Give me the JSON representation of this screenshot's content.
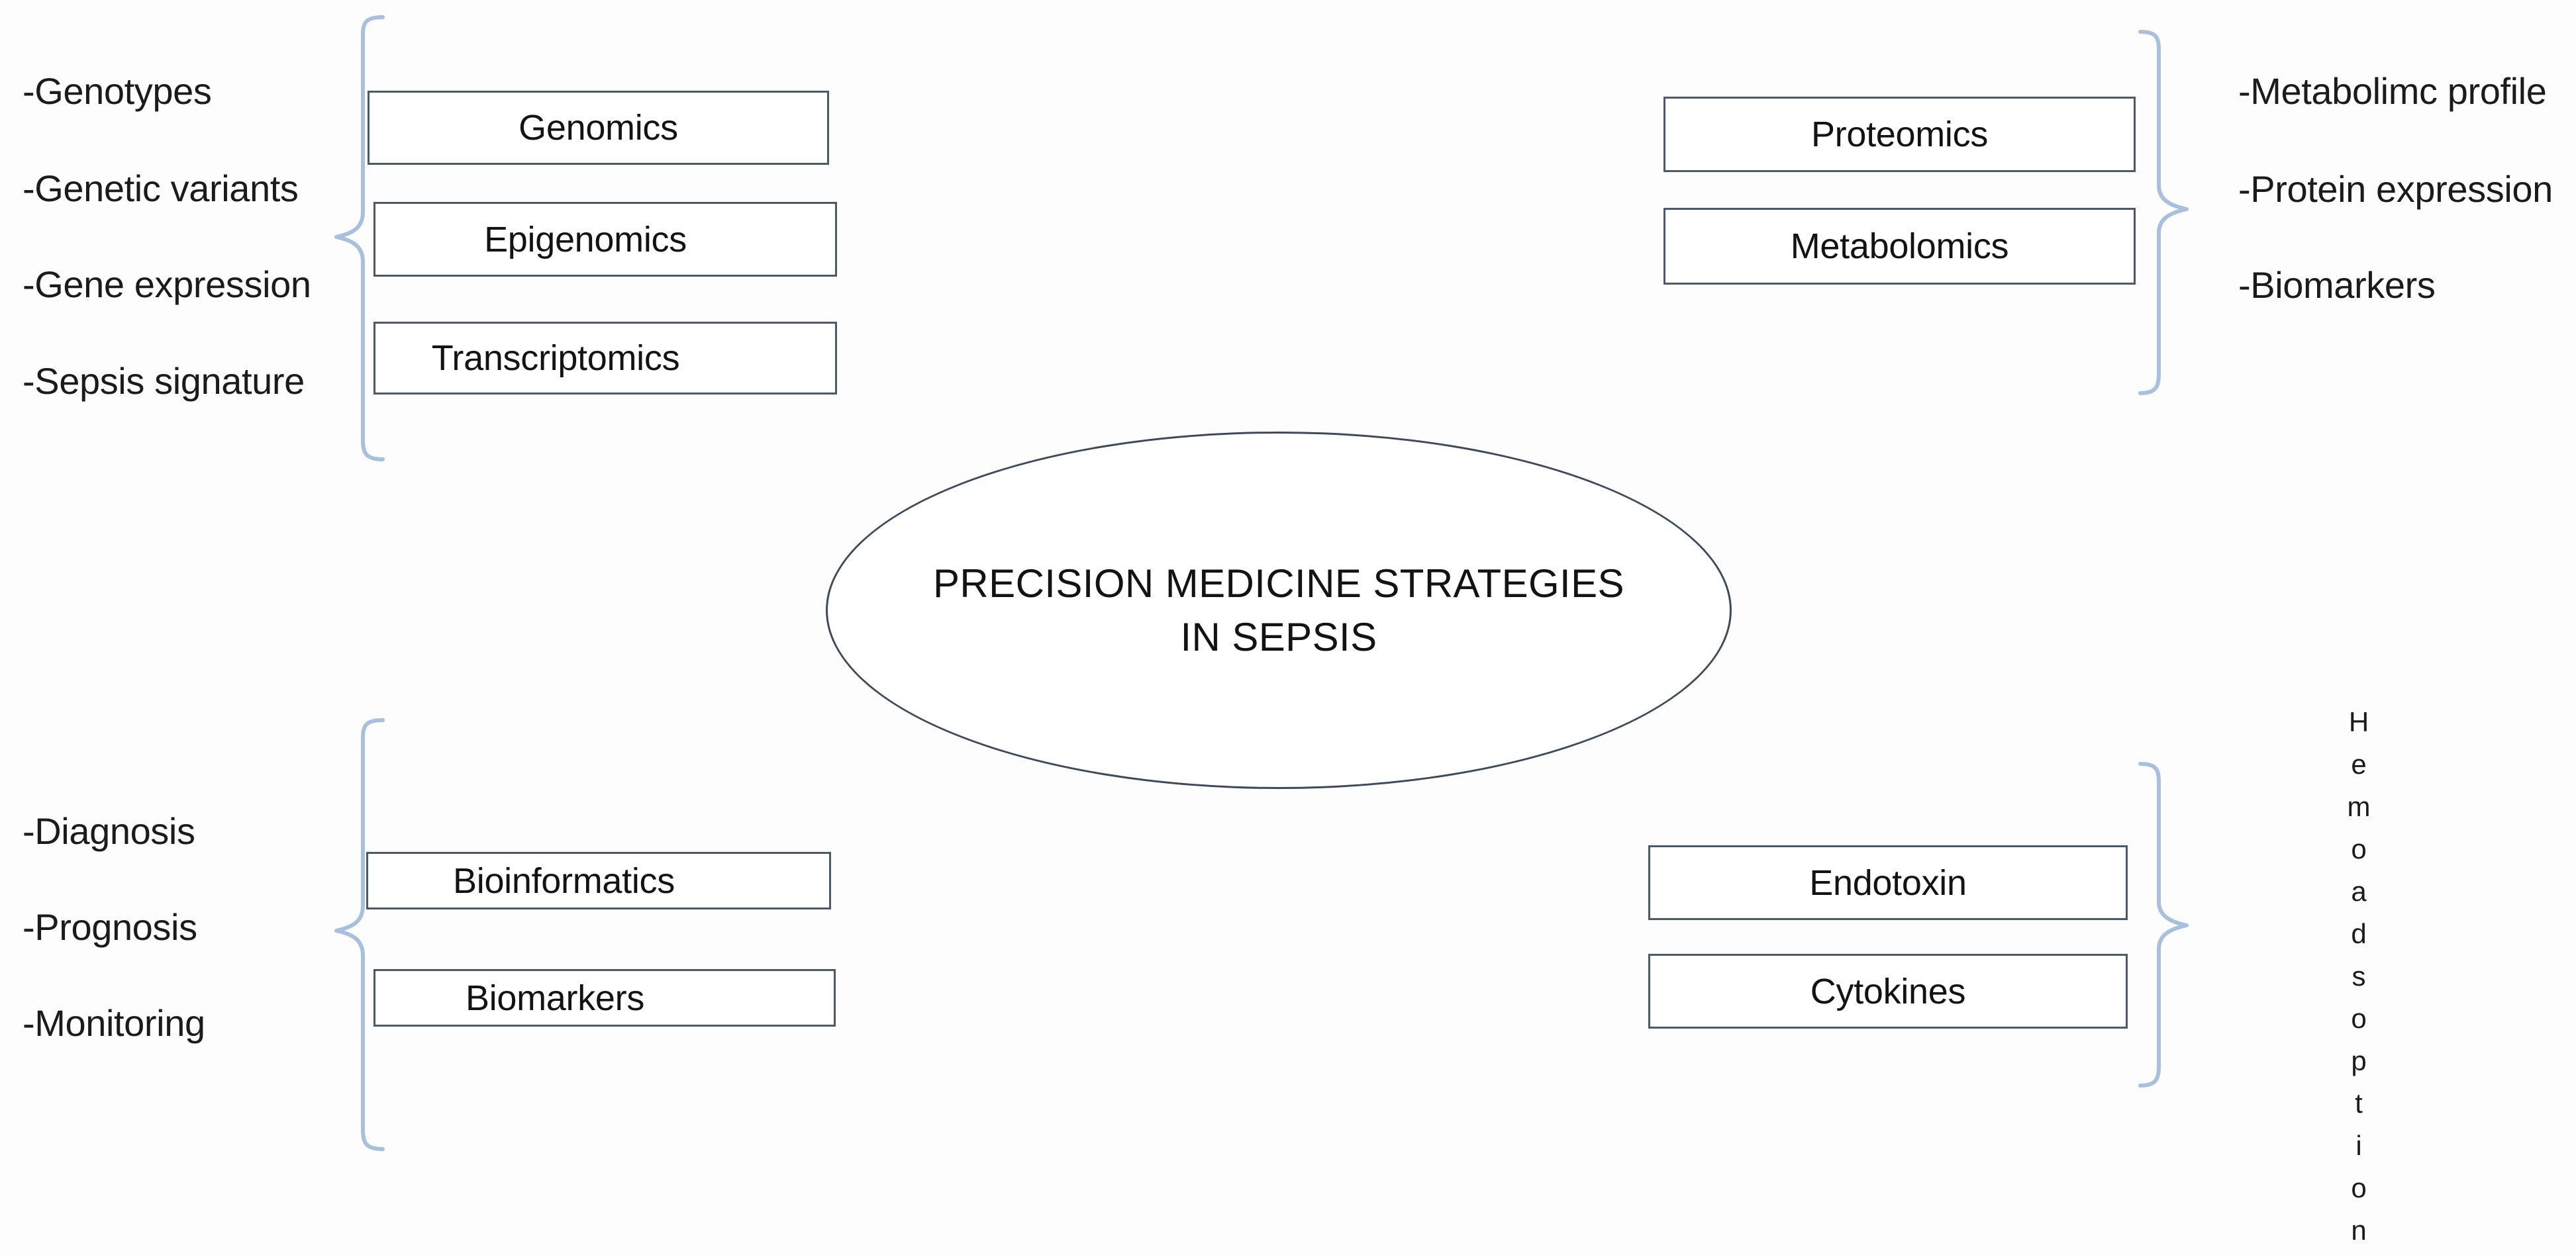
{
  "diagram": {
    "center": {
      "title_line1": "PRECISION MEDICINE STRATEGIES",
      "title_line2": "IN SEPSIS",
      "shape": "ellipse",
      "border_color": "#3d4a5c"
    },
    "colors": {
      "box_border": "#4a5a6a",
      "brace": "#a8c0dd",
      "text": "#131313",
      "background": "#ffffff"
    },
    "quadrants": [
      {
        "id": "top-left",
        "brace_side": "left-opening",
        "labels": [
          "-Genotypes",
          "-Genetic variants",
          "-Gene expression",
          "-Sepsis signature"
        ],
        "boxes": [
          "Genomics",
          "Epigenomics",
          "Transcriptomics"
        ]
      },
      {
        "id": "top-right",
        "brace_side": "right-opening",
        "labels": [
          "-Metabolimc profile",
          "-Protein expression",
          "-Biomarkers"
        ],
        "boxes": [
          "Proteomics",
          "Metabolomics"
        ]
      },
      {
        "id": "bottom-left",
        "brace_side": "left-opening",
        "labels": [
          "-Diagnosis",
          "-Prognosis",
          "-Monitoring"
        ],
        "boxes": [
          "Bioinformatics",
          "Biomarkers"
        ]
      },
      {
        "id": "bottom-right",
        "brace_side": "right-opening",
        "labels": [
          "Hemoadsoption"
        ],
        "vertical_letters": [
          "H",
          "e",
          "m",
          "o",
          "a",
          "d",
          "s",
          "o",
          "p",
          "t",
          "i",
          "o",
          "n"
        ],
        "boxes": [
          "Endotoxin",
          "Cytokines"
        ]
      }
    ]
  }
}
